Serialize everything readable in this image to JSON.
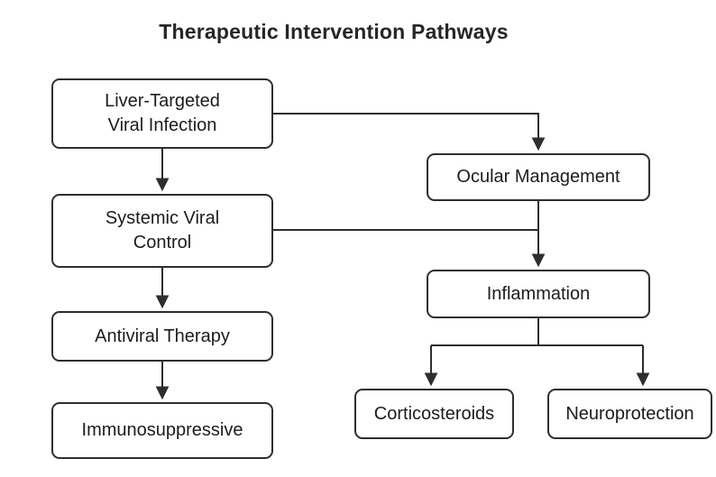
{
  "title": "Therapeutic Intervention Pathways",
  "colors": {
    "background": "#ffffff",
    "line": "#2e2e2e",
    "node_border": "#2e2e2e",
    "node_fill": "#ffffff",
    "text": "#1c1c1c",
    "title_text": "#262626"
  },
  "nodes": [
    {
      "id": "liver-targeted-viral-infection",
      "label": "Liver-Targeted\nViral Infection"
    },
    {
      "id": "systemic-viral-control",
      "label": "Systemic Viral\nControl"
    },
    {
      "id": "antiviral-therapy",
      "label": "Antiviral Therapy"
    },
    {
      "id": "immunosuppressive",
      "label": "Immunosuppressive"
    },
    {
      "id": "ocular-management",
      "label": "Ocular Management"
    },
    {
      "id": "inflammation",
      "label": "Inflammation"
    },
    {
      "id": "corticosteroids",
      "label": "Corticosteroids"
    },
    {
      "id": "neuroprotection",
      "label": "Neuroprotection"
    }
  ],
  "edges": [
    {
      "from": "liver-targeted-viral-infection",
      "to": "systemic-viral-control"
    },
    {
      "from": "liver-targeted-viral-infection",
      "to": "ocular-management"
    },
    {
      "from": "systemic-viral-control",
      "to": "antiviral-therapy"
    },
    {
      "from": "systemic-viral-control",
      "to": "inflammation"
    },
    {
      "from": "ocular-management",
      "to": "inflammation"
    },
    {
      "from": "antiviral-therapy",
      "to": "immunosuppressive"
    },
    {
      "from": "inflammation",
      "to": "corticosteroids"
    },
    {
      "from": "inflammation",
      "to": "neuroprotection"
    }
  ]
}
